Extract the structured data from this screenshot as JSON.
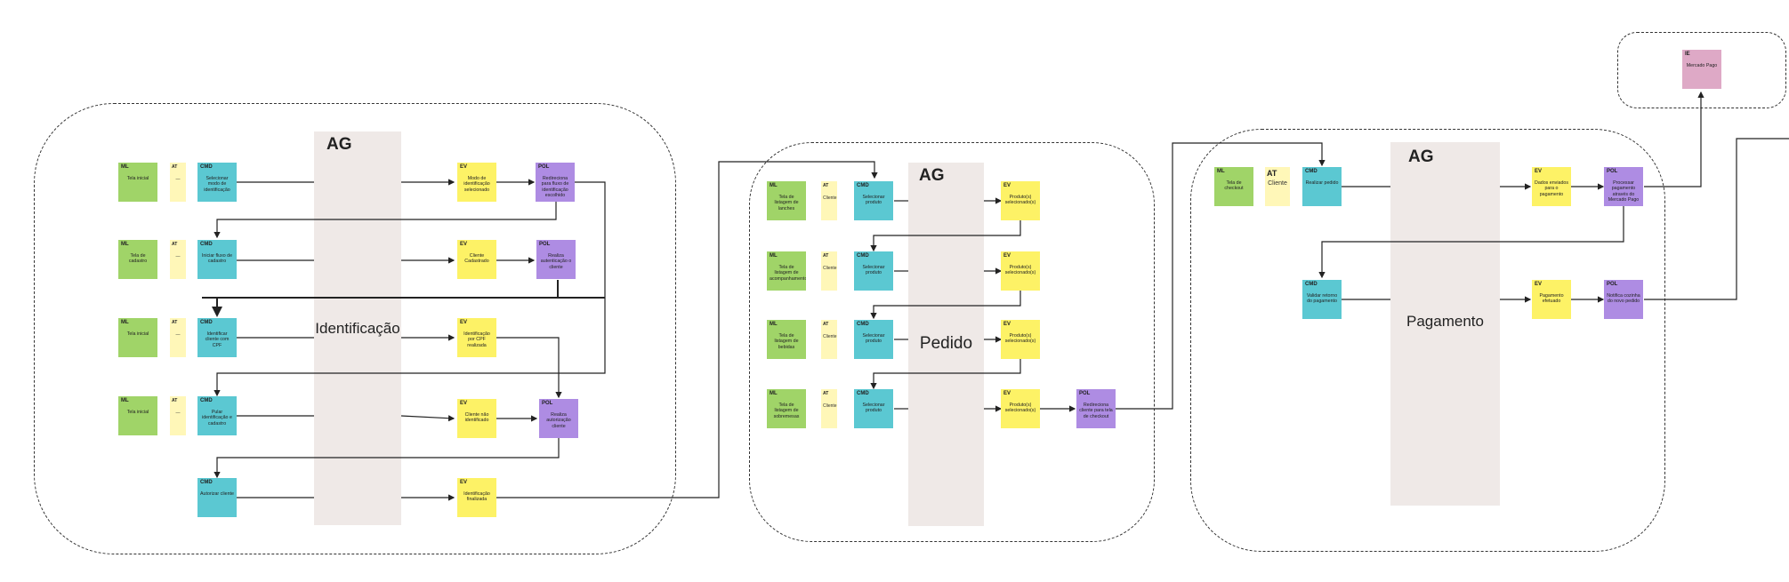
{
  "colors": {
    "ml": "#a0d468",
    "at": "#fff7b8",
    "cmd": "#5bc8d2",
    "ev": "#fdf266",
    "pol": "#ae8ce3",
    "ie": "#dea9c6",
    "aggregate": "#efe9e7"
  },
  "identificacao": {
    "ag_label": "AG",
    "ag_name": "Identificação",
    "rows": [
      {
        "ml_tag": "ML",
        "ml": "Tela inicial",
        "at_tag": "AT",
        "at": "—",
        "cmd_tag": "CMD",
        "cmd": "Selecionar modo de identificação",
        "ev_tag": "EV",
        "ev": "Modo de identificação selecionado",
        "pol_tag": "POL",
        "pol": "Redireciona para fluxo de identificação escolhido"
      },
      {
        "ml_tag": "ML",
        "ml": "Tela de cadastro",
        "at_tag": "AT",
        "at": "—",
        "cmd_tag": "CMD",
        "cmd": "Iniciar fluxo de cadastro",
        "ev_tag": "EV",
        "ev": "Cliente Cadastrado",
        "pol_tag": "POL",
        "pol": "Realiza autenticação o cliente"
      },
      {
        "ml_tag": "ML",
        "ml": "Tela inicial",
        "at_tag": "AT",
        "at": "—",
        "cmd_tag": "CMD",
        "cmd": "Identificar cliente com CPF",
        "ev_tag": "EV",
        "ev": "Identificação por CPF realizada"
      },
      {
        "ml_tag": "ML",
        "ml": "Tela inicial",
        "at_tag": "AT",
        "at": "—",
        "cmd_tag": "CMD",
        "cmd": "Pular identificação e cadastro",
        "ev_tag": "EV",
        "ev": "Cliente não identificado",
        "pol_tag": "POL",
        "pol": "Realiza autorização cliente"
      },
      {
        "cmd_tag": "CMD",
        "cmd": "Autorizar cliente",
        "ev_tag": "EV",
        "ev": "Identificação finalizada"
      }
    ]
  },
  "pedido": {
    "ag_label": "AG",
    "ag_name": "Pedido",
    "rows": [
      {
        "ml_tag": "ML",
        "ml": "Tela de listagem de lanches",
        "at_tag": "AT",
        "at": "Cliente",
        "cmd_tag": "CMD",
        "cmd": "Selecionar produto",
        "ev_tag": "EV",
        "ev": "Produto(s) selecionado(s)"
      },
      {
        "ml_tag": "ML",
        "ml": "Tela de listagem de acompanhamentos",
        "at_tag": "AT",
        "at": "Cliente",
        "cmd_tag": "CMD",
        "cmd": "Selecionar produto",
        "ev_tag": "EV",
        "ev": "Produto(s) selecionado(s)"
      },
      {
        "ml_tag": "ML",
        "ml": "Tela de listagem de bebidas",
        "at_tag": "AT",
        "at": "Cliente",
        "cmd_tag": "CMD",
        "cmd": "Selecionar produto",
        "ev_tag": "EV",
        "ev": "Produto(s) selecionado(s)"
      },
      {
        "ml_tag": "ML",
        "ml": "Tela de listagem de sobremesas",
        "at_tag": "AT",
        "at": "Cliente",
        "cmd_tag": "CMD",
        "cmd": "Selecionar produto",
        "ev_tag": "EV",
        "ev": "Produto(s) selecionado(s)",
        "pol_tag": "POL",
        "pol": "Redireciona cliente para tela de checkout"
      }
    ]
  },
  "pagamento": {
    "ag_label": "AG",
    "ag_name": "Pagamento",
    "rows": [
      {
        "ml_tag": "ML",
        "ml": "Tela de checkout",
        "at_tag": "AT",
        "at": "Cliente",
        "cmd_tag": "CMD",
        "cmd": "Realizar pedido",
        "ev_tag": "EV",
        "ev": "Dados enviados para o pagamento",
        "pol_tag": "POL",
        "pol": "Processar pagamento através do Mercado Pago"
      },
      {
        "cmd_tag": "CMD",
        "cmd": "Validar retorno do pagamento",
        "ev_tag": "EV",
        "ev": "Pagamento efetuado",
        "pol_tag": "POL",
        "pol": "Notifica cozinha do novo pedido"
      }
    ]
  },
  "external": {
    "ie_tag": "IE",
    "ie": "Mercado Pago"
  }
}
